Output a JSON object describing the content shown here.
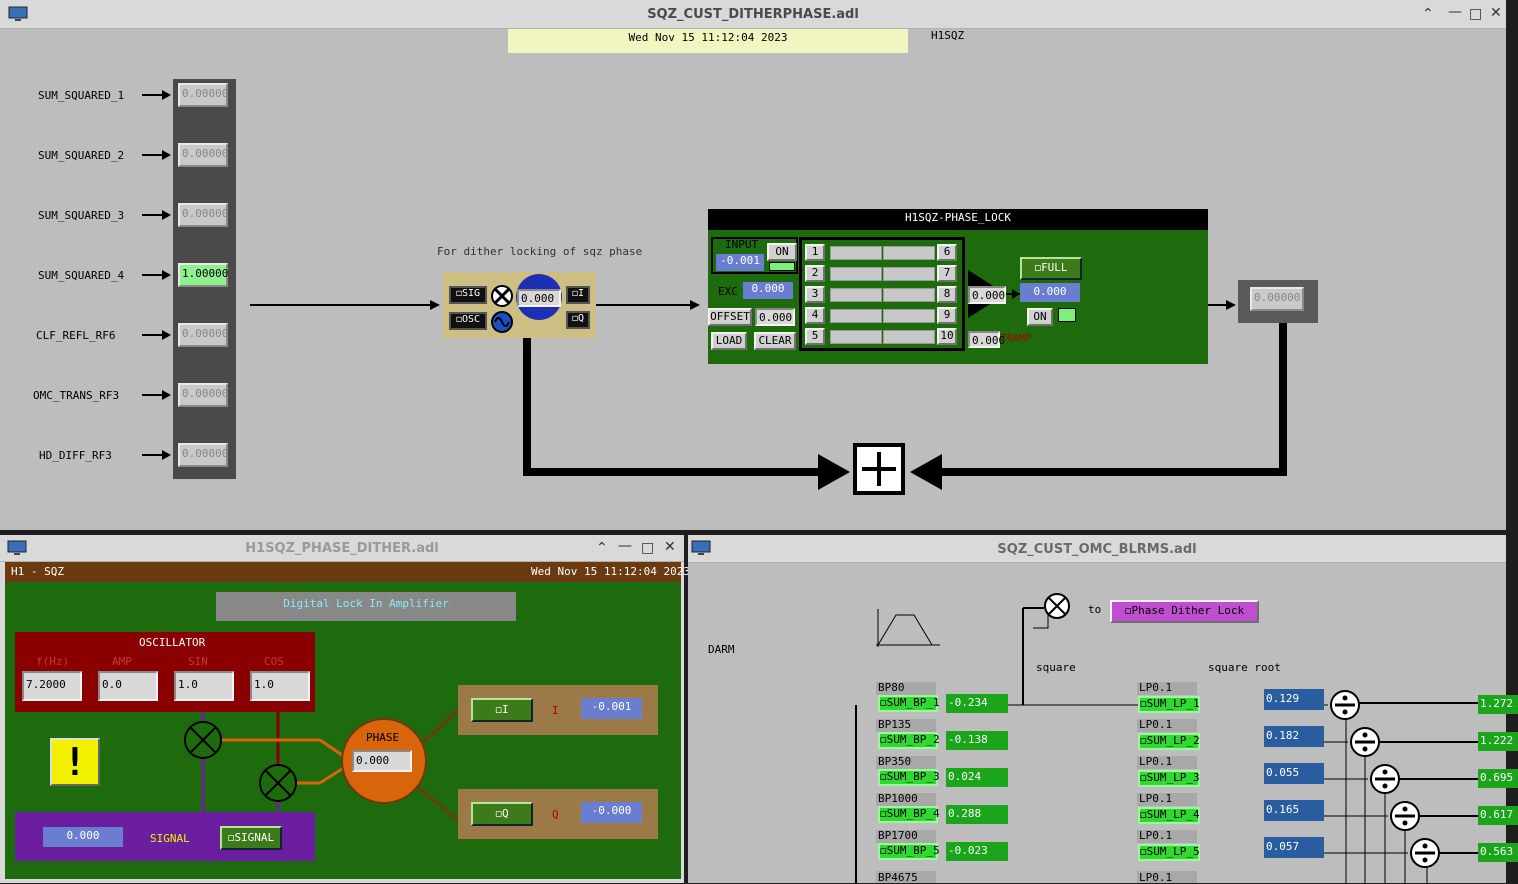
{
  "win1": {
    "title": "SQZ_CUST_DITHERPHASE.adl",
    "timestamp": "Wed Nov 15 11:12:04 2023",
    "ifo": "H1SQZ",
    "channels": [
      {
        "label": "SUM_SQUARED_1",
        "value": "0.00000",
        "active": false
      },
      {
        "label": "SUM_SQUARED_2",
        "value": "0.00000",
        "active": false
      },
      {
        "label": "SUM_SQUARED_3",
        "value": "0.00000",
        "active": false
      },
      {
        "label": "SUM_SQUARED_4",
        "value": "1.00000",
        "active": true
      },
      {
        "label": "CLF_REFL_RF6",
        "value": "0.00000",
        "active": false
      },
      {
        "label": "OMC_TRANS_RF3",
        "value": "0.00000",
        "active": false
      },
      {
        "label": "HD_DIFF_RF3",
        "value": "0.00000",
        "active": false
      }
    ],
    "dither_note": "For dither locking of sqz phase",
    "lockin": {
      "sig": "SIG",
      "osc": "OSC",
      "phase": "0.000",
      "i": "I",
      "q": "Q"
    },
    "filter": {
      "title": "H1SQZ-PHASE_LOCK",
      "input_label": "INPUT",
      "input_value": "-0.001",
      "on_label": "ON",
      "exc_label": "EXC",
      "exc_value": "0.000",
      "offset_label": "OFFSET",
      "offset_value": "0.000",
      "load_label": "LOAD",
      "clear_label": "CLEAR",
      "fm_left": [
        "1",
        "2",
        "3",
        "4",
        "5"
      ],
      "fm_right": [
        "6",
        "7",
        "8",
        "9",
        "10"
      ],
      "gain_value": "0.000",
      "output_value": "0.000",
      "full_label": "FULL",
      "out_on_label": "ON",
      "tramp_value": "0.000",
      "tramp_label": "TRAMP"
    },
    "out_value": "0.00000"
  },
  "win2": {
    "title": "H1SQZ_PHASE_DITHER.adl",
    "header_left": "H1 - SQZ",
    "timestamp": "Wed Nov 15 11:12:04 2023",
    "banner": "Digital Lock In Amplifier",
    "osc_title": "OSCILLATOR",
    "osc_cols": [
      {
        "label": "f(Hz)",
        "value": "7.2000"
      },
      {
        "label": "AMP",
        "value": "0.0"
      },
      {
        "label": "SIN",
        "value": "1.0"
      },
      {
        "label": "COS",
        "value": "1.0"
      }
    ],
    "phase_label": "PHASE",
    "phase_value": "0.000",
    "i_btn": "I",
    "i_label": "I",
    "i_value": "-0.001",
    "q_btn": "Q",
    "q_label": "Q",
    "q_value": "-0.000",
    "signal_value": "0.000",
    "signal_label": "SIGNAL",
    "signal_btn": "SIGNAL",
    "warning": "!"
  },
  "win3": {
    "title": "SQZ_CUST_OMC_BLRMS.adl",
    "darm": "DARM",
    "to_label": "to",
    "link_btn": "Phase Dither Lock",
    "square_label": "square",
    "sqrt_label": "square root",
    "rows": [
      {
        "bp": "BP80",
        "bp_btn": "SUM_BP_1",
        "bp_val": "-0.234",
        "lp": "LP0.1",
        "lp_btn": "SUM_LP_1",
        "lp_val": "0.129",
        "out": "1.272"
      },
      {
        "bp": "BP135",
        "bp_btn": "SUM_BP_2",
        "bp_val": "-0.138",
        "lp": "LP0.1",
        "lp_btn": "SUM_LP_2",
        "lp_val": "0.182",
        "out": "1.222"
      },
      {
        "bp": "BP350",
        "bp_btn": "SUM_BP_3",
        "bp_val": "0.024",
        "lp": "LP0.1",
        "lp_btn": "SUM_LP_3",
        "lp_val": "0.055",
        "out": "0.695"
      },
      {
        "bp": "BP1000",
        "bp_btn": "SUM_BP_4",
        "bp_val": "0.288",
        "lp": "LP0.1",
        "lp_btn": "SUM_LP_4",
        "lp_val": "0.165",
        "out": "0.617"
      },
      {
        "bp": "BP1700",
        "bp_btn": "SUM_BP_5",
        "bp_val": "-0.023",
        "lp": "LP0.1",
        "lp_btn": "SUM_LP_5",
        "lp_val": "0.057",
        "out": "0.563"
      }
    ],
    "last_bp": "BP4675",
    "last_lp": "LP0.1"
  }
}
